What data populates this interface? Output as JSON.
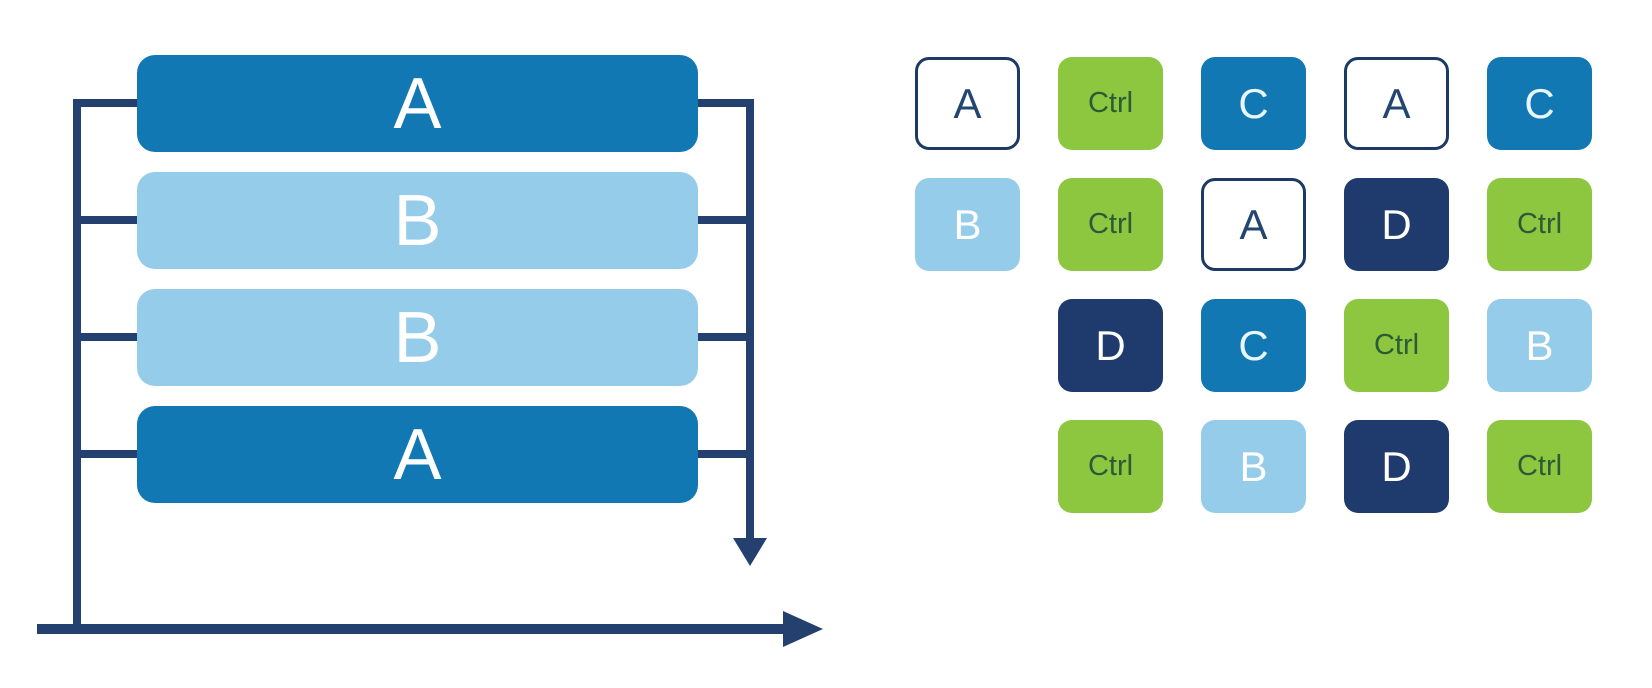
{
  "colors": {
    "navy": "#24406e",
    "navy-fill": "#1f3a6c",
    "outline-navy": "#1d3a64",
    "letter-navy": "#234571",
    "dark-blue": "#1278b4",
    "light-blue": "#95ccea",
    "green": "#8dc63f",
    "ctrl-text": "#2a5c38"
  },
  "timeline": {
    "bars": [
      {
        "label": "A",
        "css": "bar bar-dark"
      },
      {
        "label": "B",
        "css": "bar bar-light"
      },
      {
        "label": "B",
        "css": "bar bar-light"
      },
      {
        "label": "A",
        "css": "bar bar-dark"
      }
    ],
    "y_axis_arrow": "down",
    "x_axis_arrow": "right"
  },
  "grid": {
    "rows": 4,
    "cols": 5,
    "cells": [
      {
        "label": "A",
        "css": "cell v-outline"
      },
      {
        "label": "Ctrl",
        "css": "cell v-green"
      },
      {
        "label": "C",
        "css": "cell v-blue"
      },
      {
        "label": "A",
        "css": "cell v-outline"
      },
      {
        "label": "C",
        "css": "cell v-blue"
      },
      {
        "label": "B",
        "css": "cell v-light"
      },
      {
        "label": "Ctrl",
        "css": "cell v-green"
      },
      {
        "label": "A",
        "css": "cell v-outline"
      },
      {
        "label": "D",
        "css": "cell v-navy"
      },
      {
        "label": "Ctrl",
        "css": "cell v-green"
      },
      {
        "label": "D",
        "css": "cell v-navy"
      },
      {
        "label": "C",
        "css": "cell v-blue"
      },
      {
        "label": "Ctrl",
        "css": "cell v-green"
      },
      {
        "label": "B",
        "css": "cell v-light"
      },
      {
        "label": "Ctrl",
        "css": "cell v-green"
      },
      {
        "label": "B",
        "css": "cell v-light"
      },
      {
        "label": "D",
        "css": "cell v-navy"
      },
      {
        "label": "Ctrl",
        "css": "cell v-green"
      }
    ]
  }
}
